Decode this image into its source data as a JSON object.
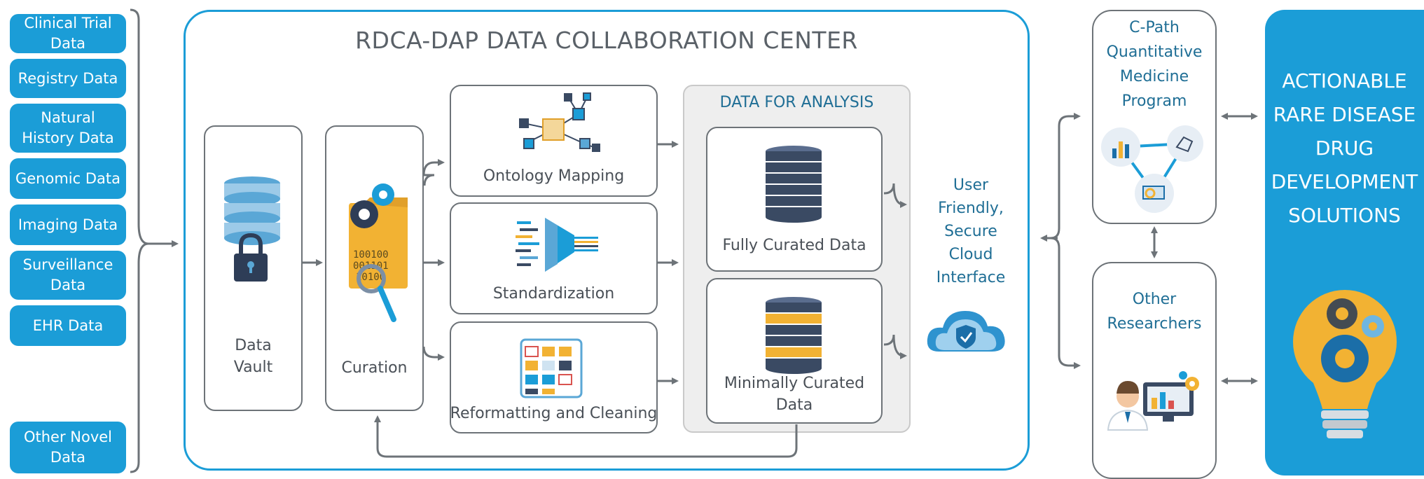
{
  "sources": [
    "Clinical Trial\nData",
    "Registry Data",
    "Natural\nHistory Data",
    "Genomic Data",
    "Imaging Data",
    "Surveillance\nData",
    "EHR Data",
    "Other Novel\nData"
  ],
  "title": "RDCA-DAP DATA COLLABORATION CENTER",
  "vault": {
    "line1": "Data",
    "line2": "Vault"
  },
  "curation": "Curation",
  "steps": {
    "ontology": "Ontology Mapping",
    "standardization": "Standardization",
    "reformatting": "Reformatting and Cleaning"
  },
  "analysis": {
    "heading": "DATA FOR ANALYSIS",
    "fully": "Fully Curated Data",
    "minimal_line1": "Minimally Curated",
    "minimal_line2": "Data"
  },
  "cloud": {
    "l1": "User",
    "l2": "Friendly,",
    "l3": "Secure",
    "l4": "Cloud",
    "l5": "Interface"
  },
  "cpath": {
    "l1": "C-Path",
    "l2": "Quantitative",
    "l3": "Medicine",
    "l4": "Program"
  },
  "others": {
    "l1": "Other",
    "l2": "Researchers"
  },
  "result": {
    "l1": "ACTIONABLE",
    "l2": "RARE DISEASE",
    "l3": "DRUG",
    "l4": "DEVELOPMENT",
    "l5": "SOLUTIONS"
  },
  "icon_text": {
    "binary1": "100100",
    "binary2": "001101",
    "binary3": "10100"
  },
  "colors": {
    "brand_blue": "#1b9dd7",
    "dark_navy": "#3a4a63",
    "gold": "#f2b233",
    "outline": "#6d7378"
  }
}
